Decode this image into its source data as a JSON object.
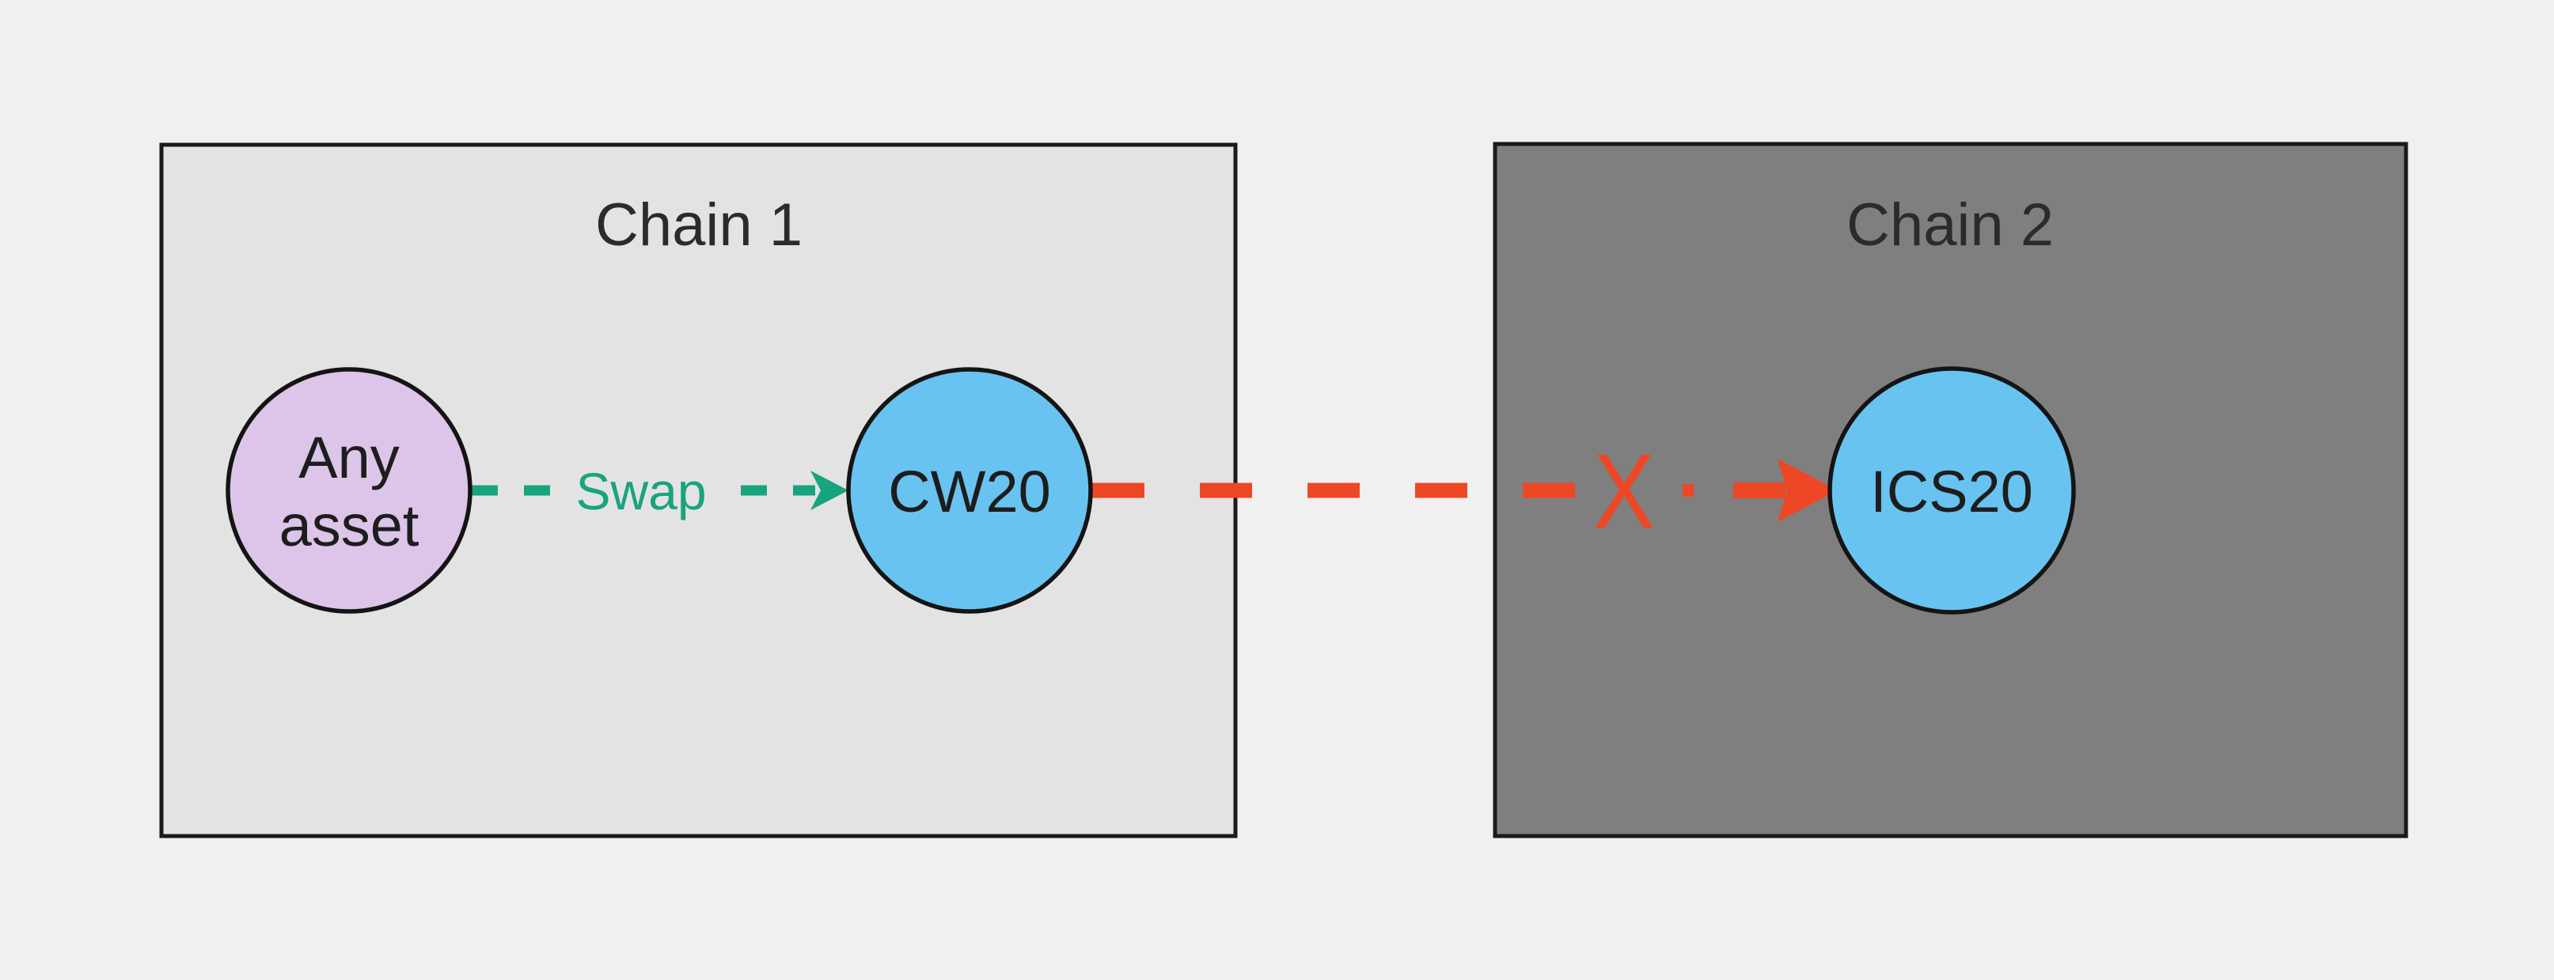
{
  "canvas": {
    "background": "#f1f0f0"
  },
  "containers": [
    {
      "label": "Chain 1",
      "fill": "#e4e3e3",
      "border": "#1a1a1a"
    },
    {
      "label": "Chain 2",
      "fill": "#807f7f",
      "border": "#1a1a1a"
    }
  ],
  "nodes": {
    "any_asset": {
      "lines": [
        "Any",
        "asset"
      ],
      "fill": "#dcc5e8",
      "container": "Chain 1"
    },
    "cw20": {
      "label": "CW20",
      "fill": "#69c3f0",
      "container": "Chain 1"
    },
    "ics20": {
      "label": "ICS20",
      "fill": "#69c3f0",
      "container": "Chain 2"
    }
  },
  "edges": {
    "swap": {
      "label": "Swap",
      "color": "#18a47e",
      "style": "dashed-arrow",
      "from": "Any asset",
      "to": "CW20"
    },
    "ibc_transfer": {
      "blocked_marker": "X",
      "color": "#ee4726",
      "style": "dashed-arrow",
      "blocked": true,
      "from": "CW20",
      "to": "ICS20"
    }
  }
}
